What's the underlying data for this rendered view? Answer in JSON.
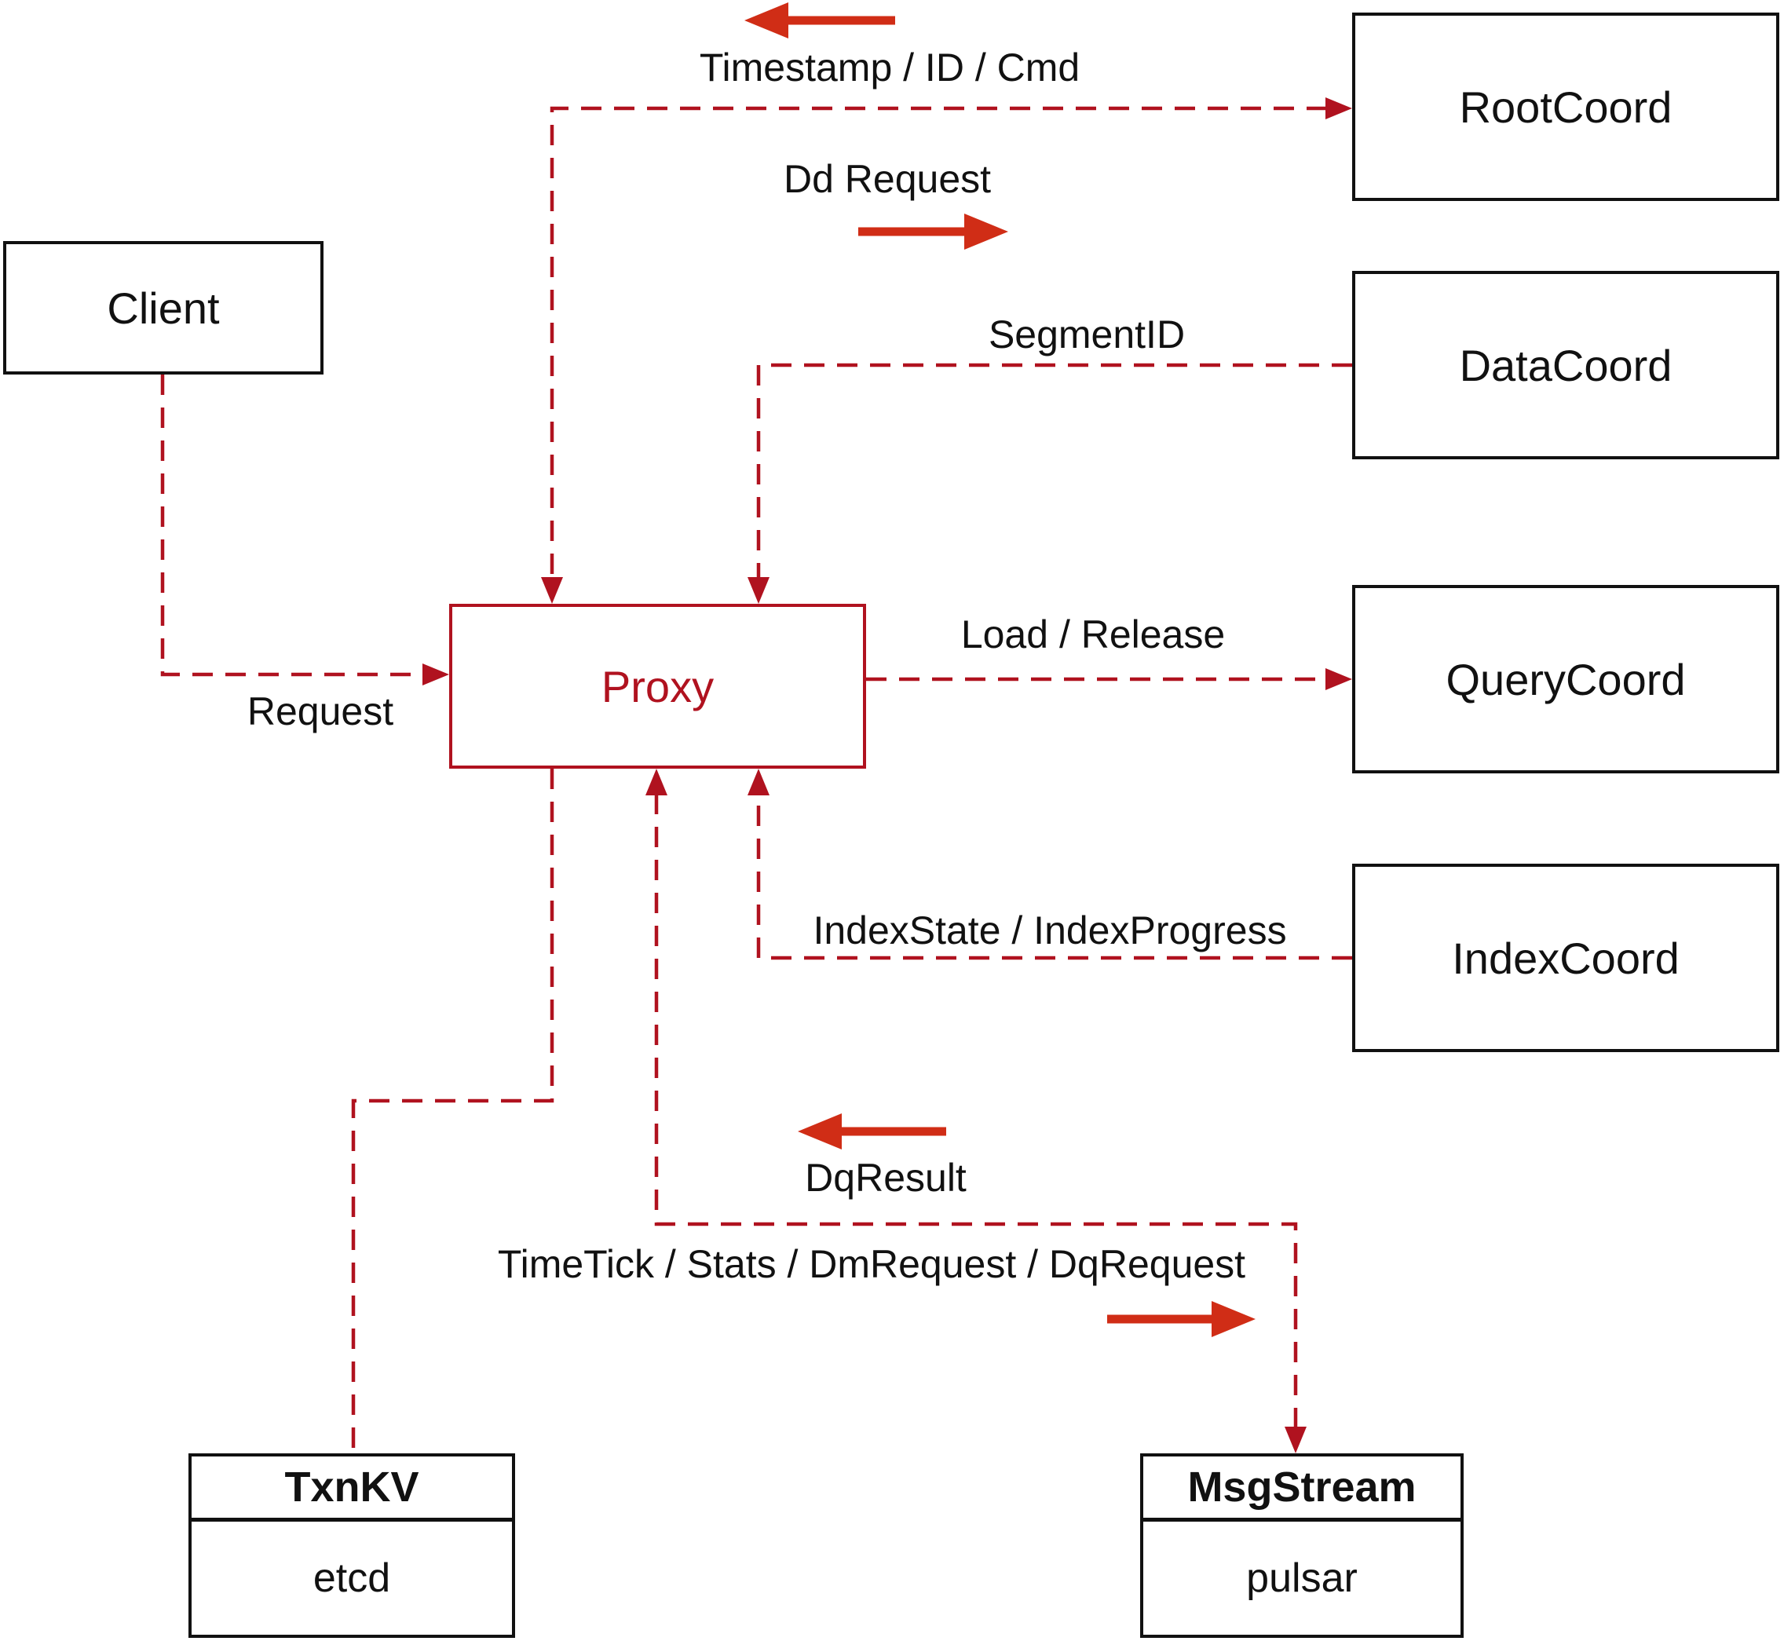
{
  "diagram": {
    "nodes": {
      "client": {
        "label": "Client"
      },
      "proxy": {
        "label": "Proxy"
      },
      "rootCoord": {
        "label": "RootCoord"
      },
      "dataCoord": {
        "label": "DataCoord"
      },
      "queryCoord": {
        "label": "QueryCoord"
      },
      "indexCoord": {
        "label": "IndexCoord"
      },
      "txnKV": {
        "title": "TxnKV",
        "impl": "etcd"
      },
      "msgStream": {
        "title": "MsgStream",
        "impl": "pulsar"
      }
    },
    "edges": {
      "request": {
        "label": "Request"
      },
      "timestamp": {
        "label": "Timestamp / ID / Cmd"
      },
      "ddRequest": {
        "label": "Dd Request"
      },
      "segmentId": {
        "label": "SegmentID"
      },
      "loadRelease": {
        "label": "Load / Release"
      },
      "indexState": {
        "label": "IndexState / IndexProgress"
      },
      "dqResult": {
        "label": "DqResult"
      },
      "timeTick": {
        "label": "TimeTick / Stats / DmRequest / DqRequest"
      }
    },
    "colors": {
      "dashed_line": "#b0121f",
      "solid_arrow": "#d02d16",
      "proxy_accent": "#b0121f",
      "node_border": "#111111",
      "text": "#111111",
      "background": "#ffffff"
    }
  }
}
